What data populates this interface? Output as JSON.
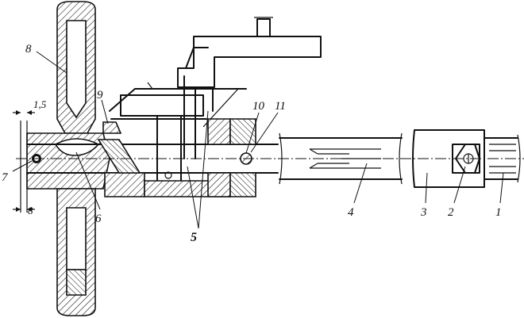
{
  "callouts": {
    "c1": "1",
    "c2": "2",
    "c3": "3",
    "c4": "4",
    "c5": "5",
    "c6": "6",
    "c7": "7",
    "c8": "8",
    "c9": "9",
    "c10": "10",
    "c11": "11"
  },
  "dimensions": {
    "gap_top": "1,5",
    "gap_bottom": "8"
  }
}
